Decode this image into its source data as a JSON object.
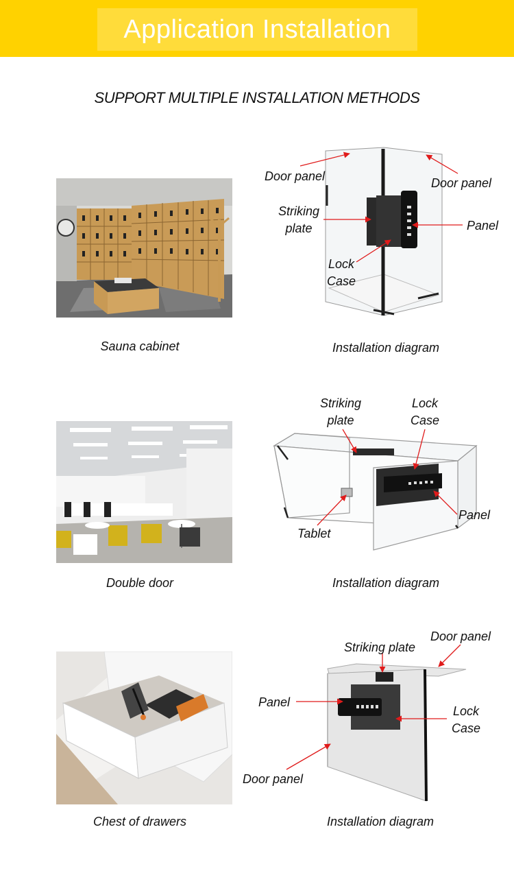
{
  "header": {
    "title": "Application Installation"
  },
  "subtitle": "SUPPORT MULTIPLE INSTALLATION METHODS",
  "sections": [
    {
      "photo_caption": "Sauna cabinet",
      "diagram_caption": "Installation diagram",
      "labels": {
        "door_panel_left": "Door panel",
        "door_panel_right": "Door panel",
        "striking_plate_l1": "Striking",
        "striking_plate_l2": "plate",
        "panel": "Panel",
        "lock_case_l1": "Lock",
        "lock_case_l2": "Case"
      }
    },
    {
      "photo_caption": "Double door",
      "diagram_caption": "Installation diagram",
      "labels": {
        "striking_plate_l1": "Striking",
        "striking_plate_l2": "plate",
        "lock_case_l1": "Lock",
        "lock_case_l2": "Case",
        "panel": "Panel",
        "tablet": "Tablet"
      }
    },
    {
      "photo_caption": "Chest of drawers",
      "diagram_caption": "Installation diagram",
      "labels": {
        "door_panel_top": "Door panel",
        "striking_plate": "Striking plate",
        "panel": "Panel",
        "lock_case_l1": "Lock",
        "lock_case_l2": "Case",
        "door_panel_bottom": "Door panel"
      }
    }
  ],
  "colors": {
    "banner": "#ffd200",
    "arrow": "#e01b1b",
    "wood": "#c89a55"
  }
}
